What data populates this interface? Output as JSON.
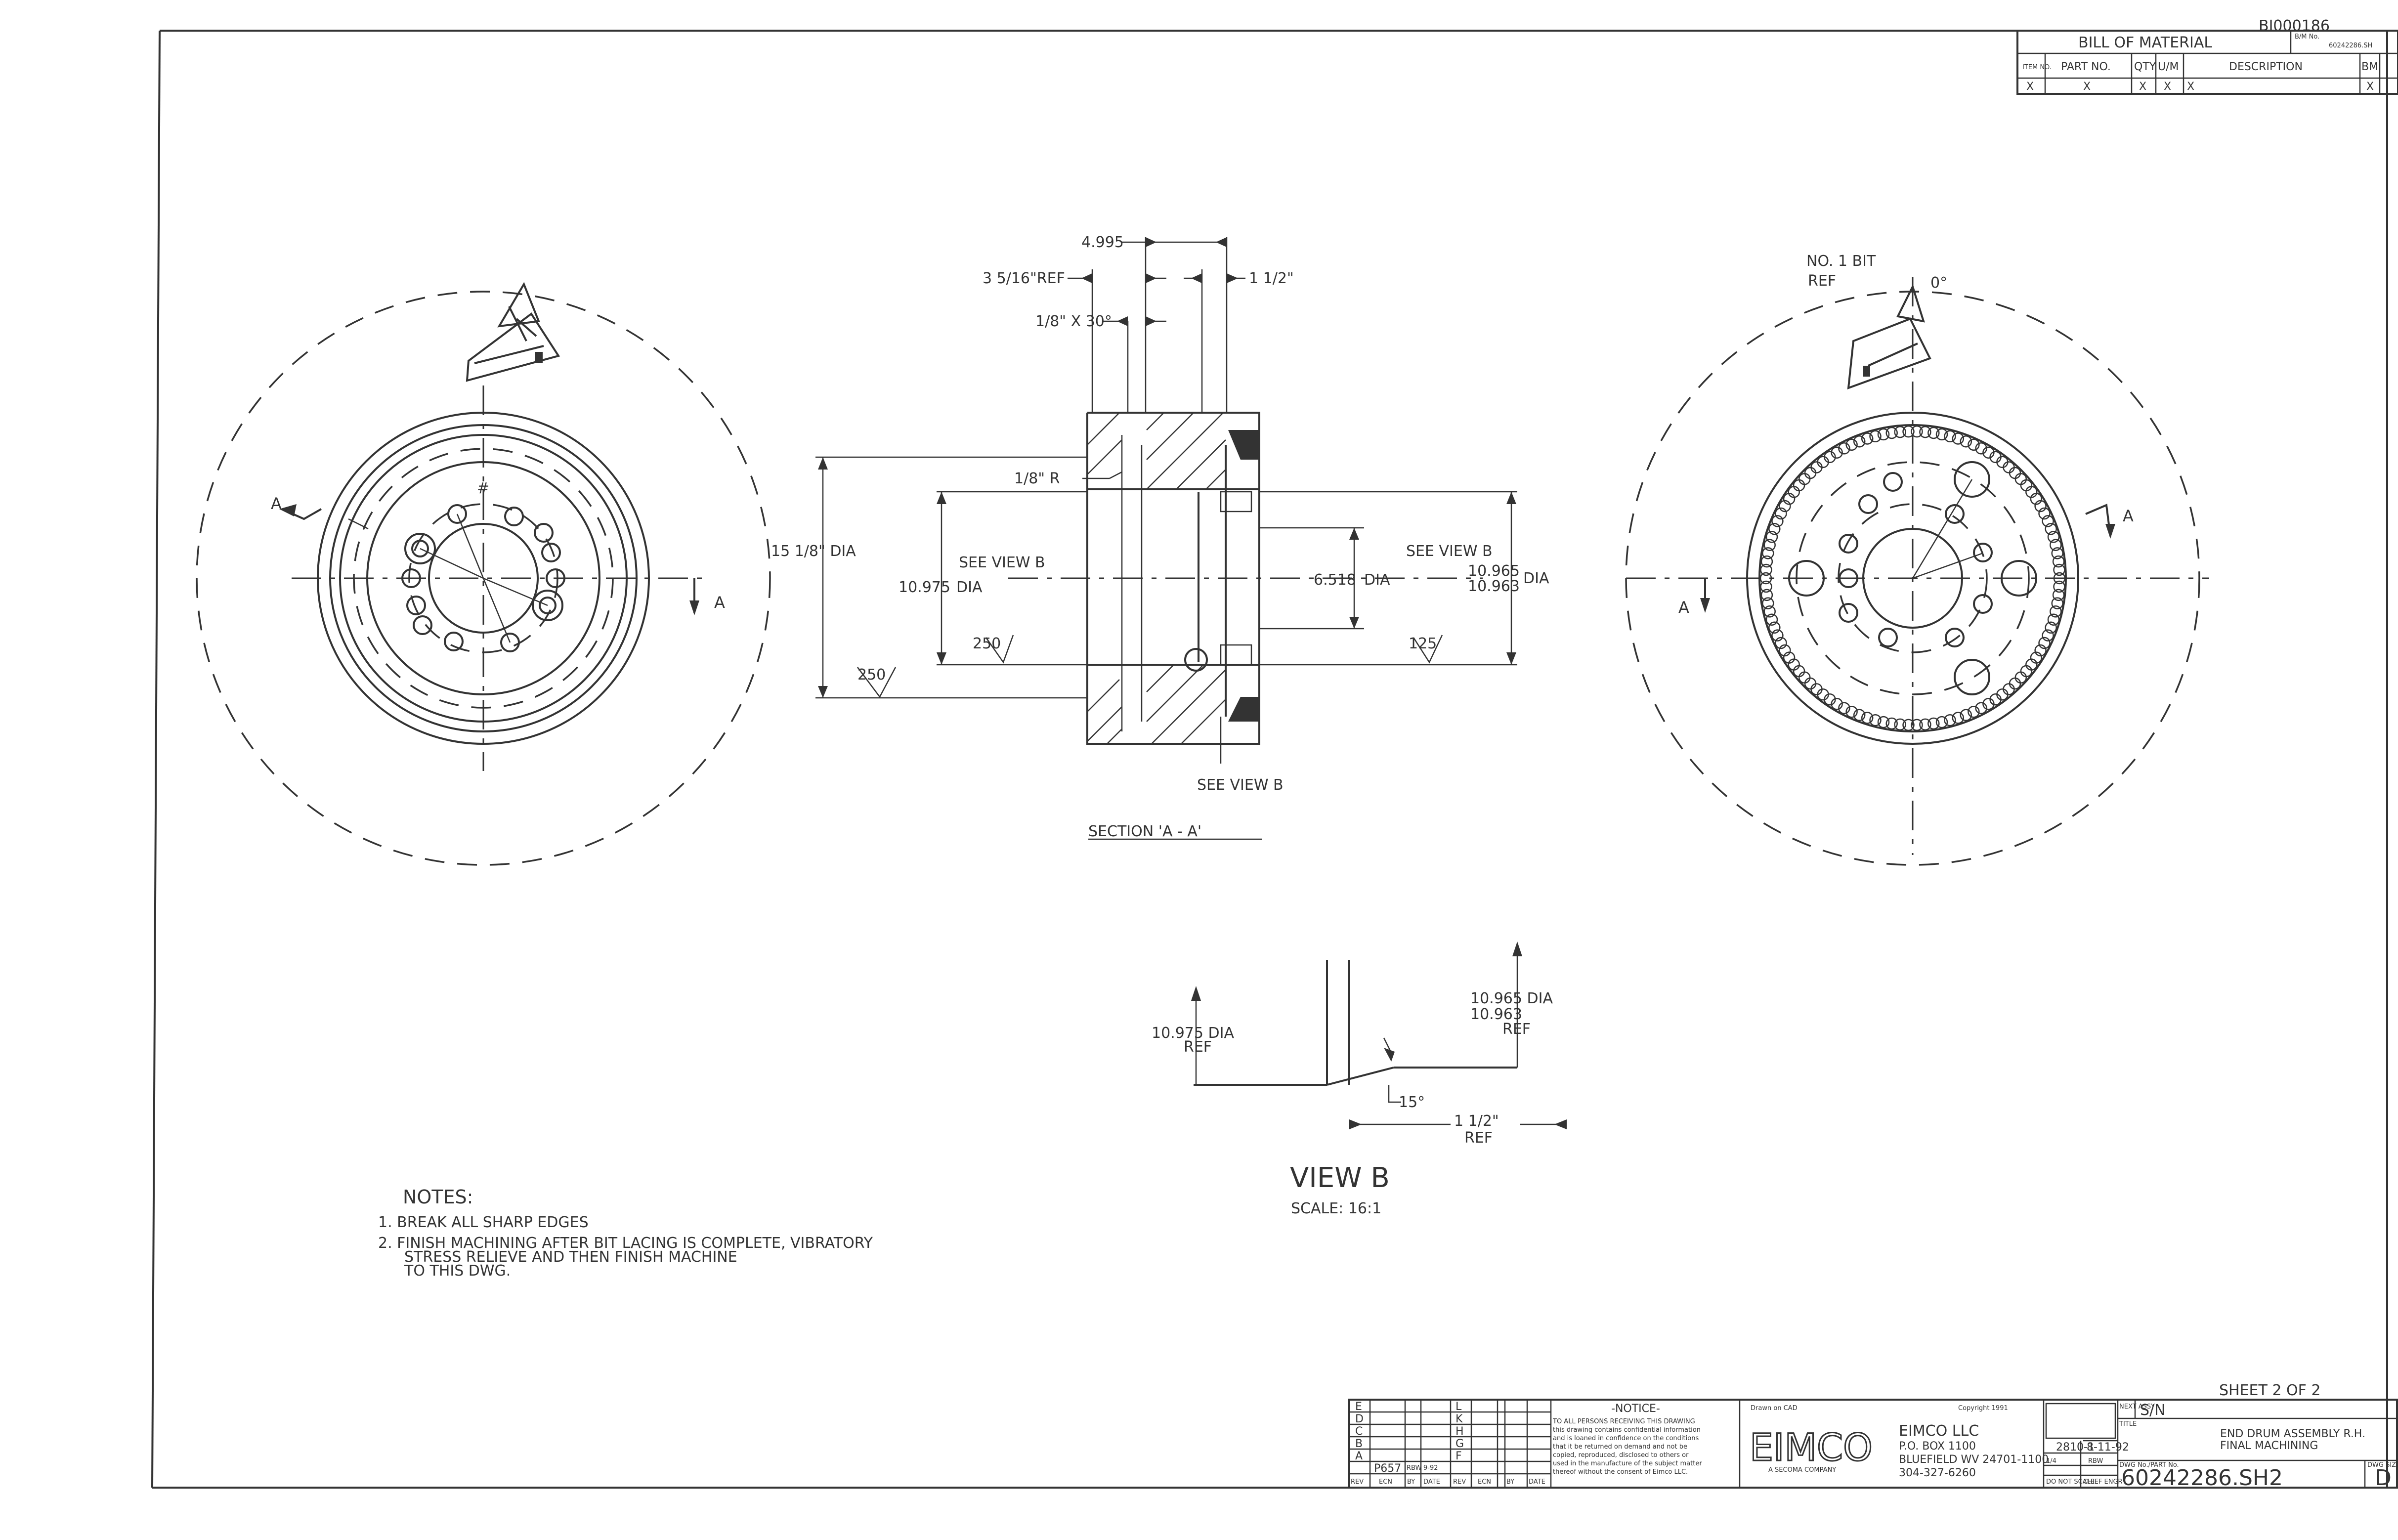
{
  "title_block": {
    "stamp": "BI000186",
    "bom_title": "BILL OF MATERIAL",
    "bom_no_label": "B/M No.",
    "bom_no": "60242286.SH",
    "headers": [
      "ITEM NO.",
      "PART NO.",
      "QTY",
      "U/M",
      "DESCRIPTION",
      "BM"
    ],
    "row": [
      "X",
      "X",
      "X",
      "X",
      "X",
      "X"
    ]
  },
  "section": {
    "title": "SECTION 'A - A'",
    "dim_overall_width": "4.995",
    "dim_ref": "3 5/16\"REF",
    "dim_right": "1 1/2\"",
    "dim_chamfer": "1/8\" X 30°",
    "dim_radius": "1/8\" R",
    "dim_outer_dia": "15 1/8\" DIA",
    "see_view_b_left": "SEE VIEW B",
    "dim_bore_left": "10.975",
    "dia_suffix": "DIA",
    "dim_inner": "6.518",
    "see_view_b_right": "SEE VIEW B",
    "dim_bore_right_1": "10.965",
    "dim_bore_right_2": "10.963",
    "finish_250a": "250",
    "finish_250b": "250",
    "finish_125": "125",
    "see_view_b_bottom": "SEE VIEW B"
  },
  "left_view": {
    "section_mark_a1": "A",
    "section_mark_a2": "A"
  },
  "right_view": {
    "bit_label_1": "NO. 1 BIT",
    "bit_label_2": "REF",
    "angle": "0°",
    "section_mark_a1": "A",
    "section_mark_a2": "A"
  },
  "view_b": {
    "title": "VIEW B",
    "scale": "SCALE: 16:1",
    "dim_left_1": "10.975 DIA",
    "dim_left_2": "REF",
    "dim_right_1": "10.965 DIA",
    "dim_right_2": "10.963",
    "dim_right_3": "REF",
    "angle": "15°",
    "dim_bottom_1": "1 1/2\"",
    "dim_bottom_2": "REF"
  },
  "notes": {
    "heading": "NOTES:",
    "n1": "1. BREAK ALL SHARP EDGES",
    "n2a": "2. FINISH MACHINING AFTER BIT LACING IS COMPLETE, VIBRATORY",
    "n2b": "STRESS RELIEVE AND THEN FINISH MACHINE",
    "n2c": "TO THIS DWG."
  },
  "footer": {
    "sheet": "SHEET 2 OF 2",
    "notice_title": "-NOTICE-",
    "notice_1": "TO ALL PERSONS RECEIVING THIS DRAWING",
    "notice_2": "this drawing contains confidential information",
    "notice_3": "and is loaned in confidence on the conditions",
    "notice_4": "that it be returned on demand and not be",
    "notice_5": "copied, reproduced, disclosed to others or",
    "notice_6": "used in the manufacture of the subject matter",
    "notice_7": "thereof without the consent of Eimco LLC.",
    "drawn_on": "Drawn on CAD",
    "copyright": "Copyright 1991",
    "logo": "EIMCO",
    "logo_sub": "A SECOMA COMPANY",
    "company": "EIMCO LLC",
    "addr1": "P.O. BOX 1100",
    "addr2": "BLUEFIELD WV 24701-1100",
    "phone": "304-327-6260",
    "rev_rows_left": [
      "E",
      "D",
      "C",
      "B",
      "A"
    ],
    "rev_rows_right": [
      "L",
      "K",
      "H",
      "G",
      "F"
    ],
    "rev_a_ecn": "P657",
    "rev_a_by": "RBW",
    "rev_a_date": "9-92",
    "rev_headers": [
      "REV",
      "ECN",
      "BY",
      "DATE",
      "REV",
      "ECN",
      "BY",
      "DATE"
    ],
    "model": "2810-1",
    "date": "8-11-92",
    "scale_lbl": "1/4",
    "drawn": "RBW",
    "do_not_scale": "DO NOT SCALE",
    "chief_engr": "CHIEF ENGR",
    "next_assy_lbl": "NEXT ASSY",
    "next_assy": "S/N",
    "title_lbl": "TITLE",
    "title_1": "END DRUM ASSEMBLY R.H.",
    "title_2": "FINAL MACHINING",
    "dwg_no_lbl": "DWG No./PART No.",
    "dwg_no": "60242286.SH2",
    "dwg_size_lbl": "DWG SIZE",
    "dwg_size": "D"
  }
}
